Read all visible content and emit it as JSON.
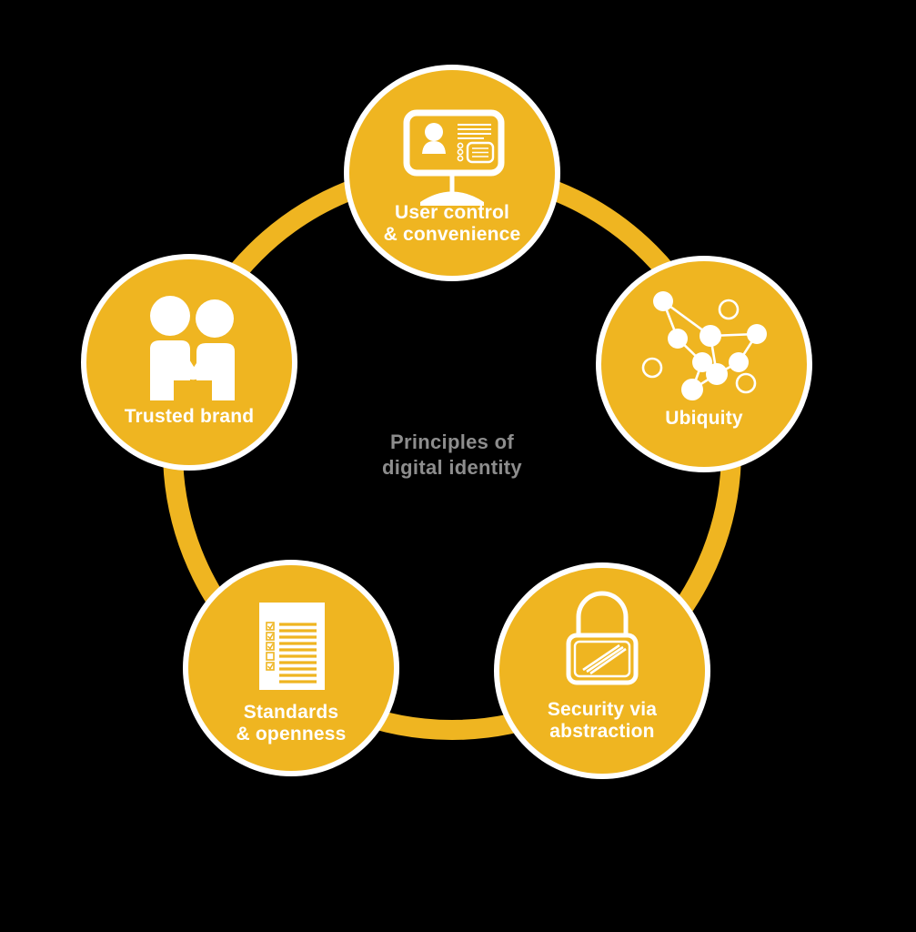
{
  "diagram": {
    "type": "cycle-diagram",
    "title": "Principles of digital identity",
    "center": {
      "line1": "Principles of",
      "line2": "digital identity",
      "text_color": "#8d8d8d"
    },
    "colors": {
      "background": "#000000",
      "accent": "#EFB521",
      "node_fill": "#EFB521",
      "node_border": "#FFFFFF",
      "icon": "#FFFFFF",
      "center_text": "#8d8d8d",
      "label_text": "#FFFFFF"
    },
    "ring": {
      "color": "#EFB521",
      "stroke_width": 22
    },
    "nodes": [
      {
        "id": "user-control",
        "label_line1": "User control",
        "label_line2": "& convenience",
        "icon": "monitor-id-card-icon",
        "position": "top"
      },
      {
        "id": "ubiquity",
        "label_line1": "Ubiquity",
        "label_line2": "",
        "icon": "network-nodes-icon",
        "position": "top-right"
      },
      {
        "id": "security-via-abstraction",
        "label_line1": "Security via",
        "label_line2": "abstraction",
        "icon": "padlock-icon",
        "position": "bottom-right"
      },
      {
        "id": "standards-openness",
        "label_line1": "Standards",
        "label_line2": "& openness",
        "icon": "checklist-document-icon",
        "position": "bottom-left"
      },
      {
        "id": "trusted-brand",
        "label_line1": "Trusted brand",
        "label_line2": "",
        "icon": "handshake-people-icon",
        "position": "top-left"
      }
    ]
  }
}
